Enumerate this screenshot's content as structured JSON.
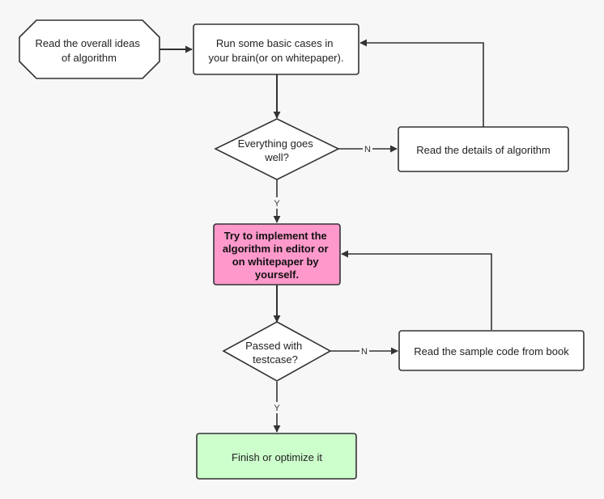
{
  "nodes": {
    "read_overall": {
      "lines": [
        "Read the overall ideas",
        "of algorithm"
      ]
    },
    "run_basic": {
      "lines": [
        "Run some basic cases in",
        "your brain(or on whitepaper)."
      ]
    },
    "everything_well": {
      "lines": [
        "Everything goes",
        "well?"
      ]
    },
    "read_details": {
      "lines": [
        "Read the details of algorithm"
      ]
    },
    "try_implement": {
      "lines": [
        "Try to implement the",
        "algorithm in editor or",
        "on whitepaper by",
        "yourself."
      ],
      "fill": "#ff99cc"
    },
    "passed_test": {
      "lines": [
        "Passed with",
        "testcase?"
      ]
    },
    "read_sample": {
      "lines": [
        "Read the sample code from book"
      ]
    },
    "finish": {
      "lines": [
        "Finish or optimize it"
      ],
      "fill": "#ccffcc"
    }
  },
  "edges": {
    "n1": "N",
    "y1": "Y",
    "n2": "N",
    "y2": "Y"
  }
}
